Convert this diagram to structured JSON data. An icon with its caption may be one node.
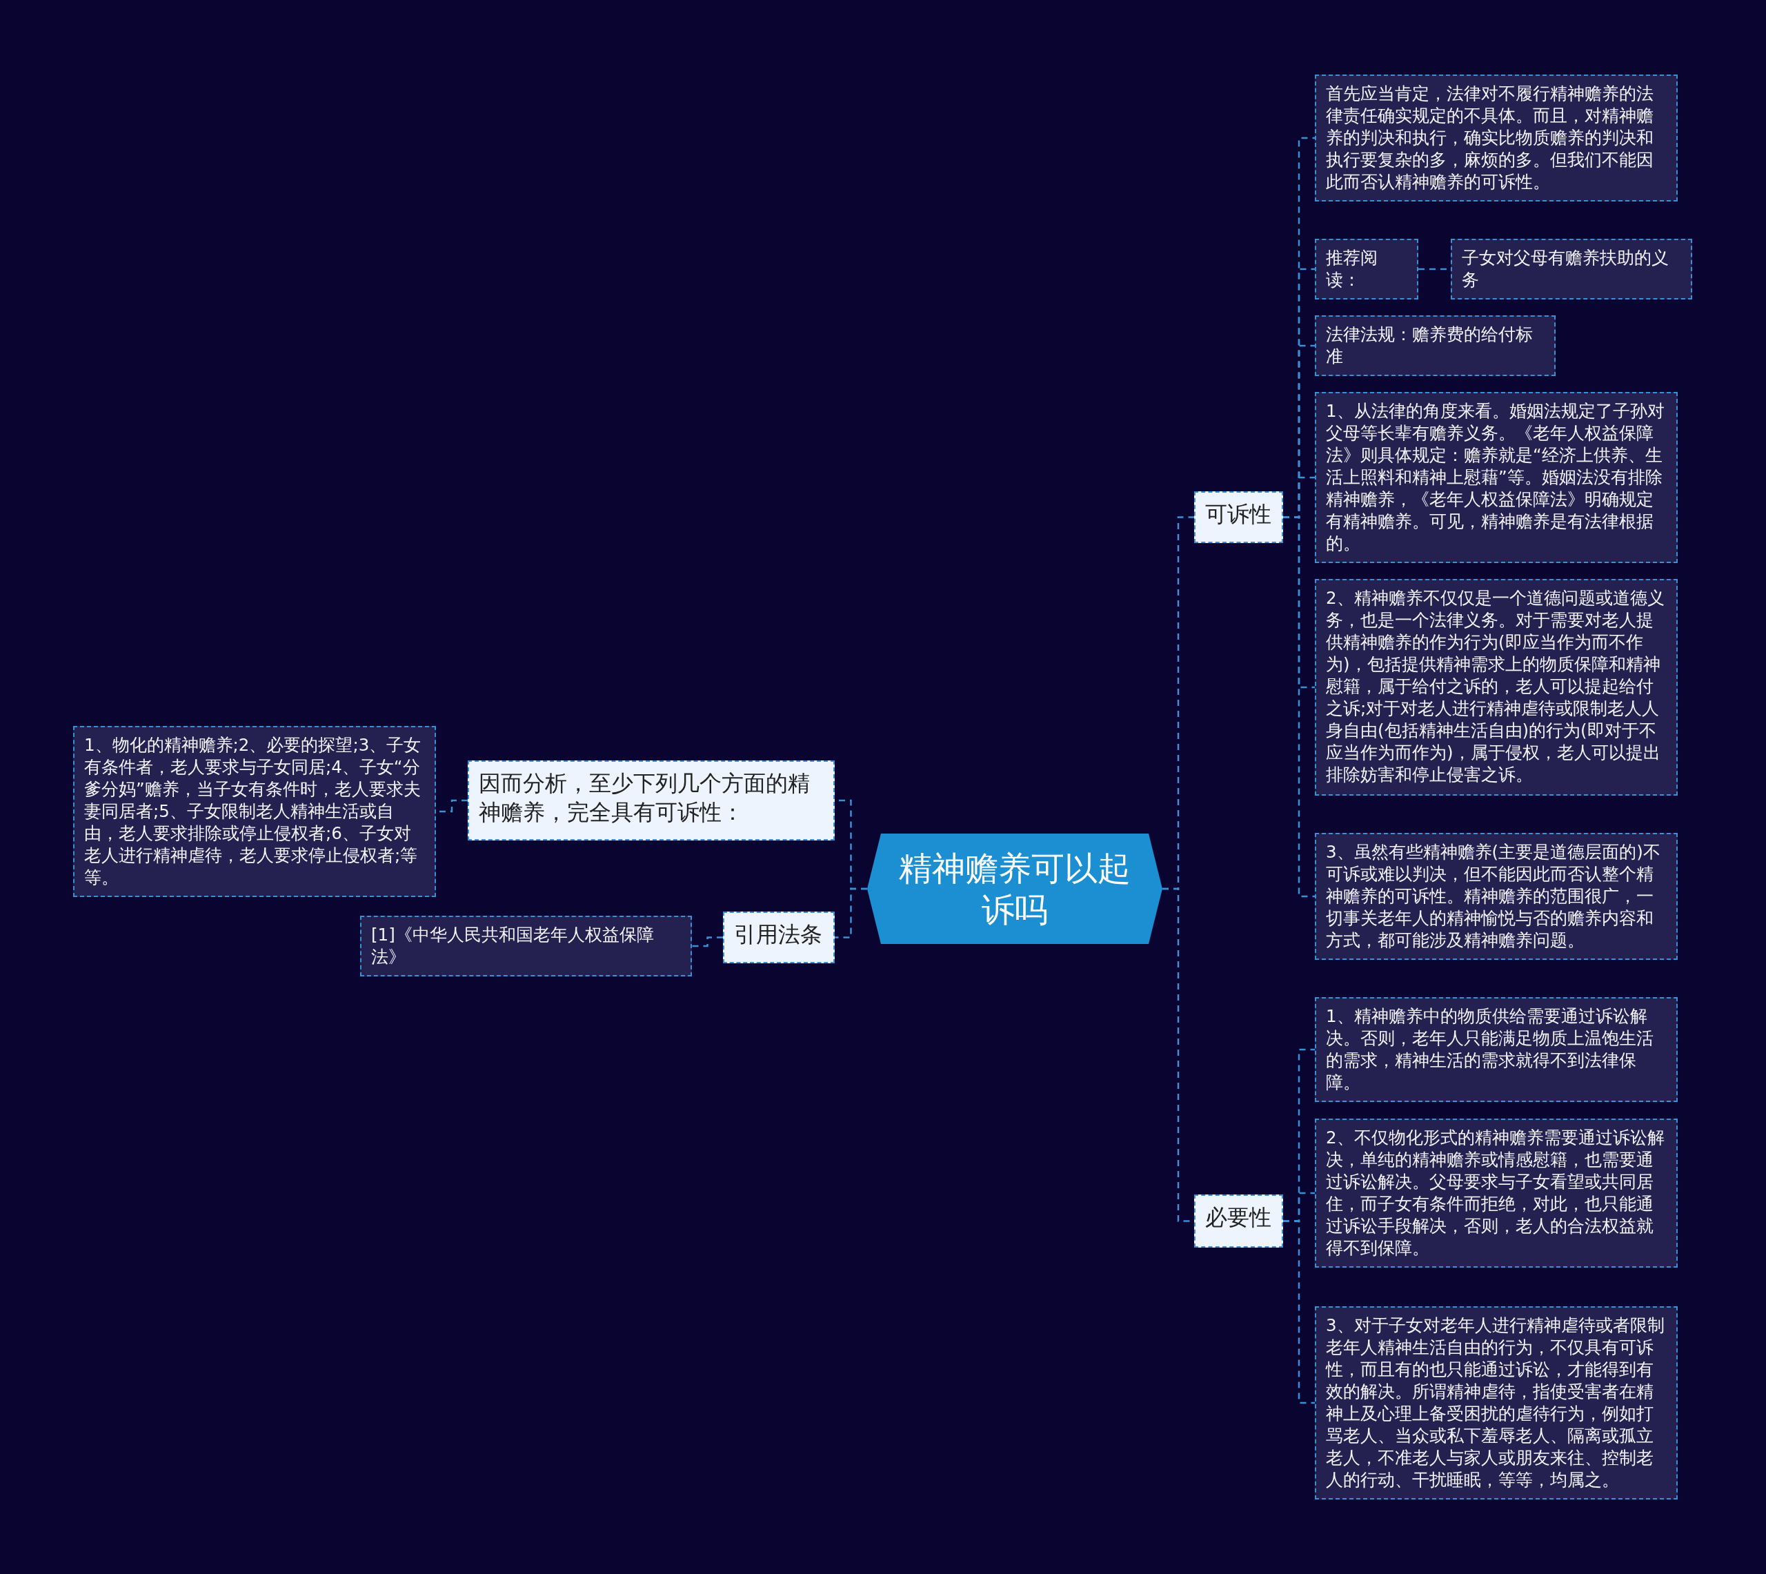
{
  "diagram": {
    "nodes": [
      {
        "text": [
          "精神赡养可以起诉吗"
        ]
      },
      {
        "text": [
          "可诉性"
        ]
      },
      {
        "text": [
          "首先应当肯定，法律对不履行精神赡养的法律责任确实规定的不具体。而且，对精神赡养的判决和执行，确实比物质赡养的判决和执行要复杂的多，麻烦的多。但我们不能因此而否认精神赡养的可诉性。"
        ]
      },
      {
        "text": [
          "推荐阅读："
        ]
      },
      {
        "text": [
          "子女对父母有赡养扶助的义务"
        ]
      },
      {
        "text": [
          "法律法规：赡养费的给付标准"
        ]
      },
      {
        "text": [
          "1、从法律的角度来看。婚姻法规定了子孙对父母等长辈有赡养义务。《老年人权益保障法》则具体规定：赡养就是“经济上供养、生活上照料和精神上慰藉”等。婚姻法没有排除精神赡养，《老年人权益保障法》明确规定有精神赡养。可见，精神赡养是有法律根据的。"
        ]
      },
      {
        "text": [
          "2、精神赡养不仅仅是一个道德问题或道德义务，也是一个法律义务。对于需要对老人提供精神赡养的作为行为(即应当作为而不作为)，包括提供精神需求上的物质保障和精神慰籍，属于给付之诉的，老人可以提起给付之诉;对于对老人进行精神虐待或限制老人人身自由(包括精神生活自由)的行为(即对于不应当作为而作为)，属于侵权，老人可以提出排除妨害和停止侵害之诉。"
        ]
      },
      {
        "text": [
          "3、虽然有些精神赡养(主要是道德层面的)不可诉或难以判决，但不能因此而否认整个精神赡养的可诉性。精神赡养的范围很广，一切事关老年人的精神愉悦与否的赡养内容和方式，都可能涉及精神赡养问题。"
        ]
      },
      {
        "text": [
          "必要性"
        ]
      },
      {
        "text": [
          "1、精神赡养中的物质供给需要通过诉讼解决。否则，老年人只能满足物质上温饱生活的需求，精神生活的需求就得不到法律保障。"
        ]
      },
      {
        "text": [
          "2、不仅物化形式的精神赡养需要通过诉讼解决，单纯的精神赡养或情感慰籍，也需要通过诉讼解决。父母要求与子女看望或共同居住，而子女有条件而拒绝，对此，也只能通过诉讼手段解决，否则，老人的合法权益就得不到保障。"
        ]
      },
      {
        "text": [
          "3、对于子女对老年人进行精神虐待或者限制老年人精神生活自由的行为，不仅具有可诉性，而且有的也只能通过诉讼，才能得到有效的解决。所谓精神虐待，指使受害者在精神上及心理上备受困扰的虐待行为，例如打骂老人、当众或私下羞辱老人、隔离或孤立老人，不准老人与家人或朋友来往、控制老人的行动、干扰睡眠，等等，均属之。"
        ]
      },
      {
        "text": [
          "因而分析，至少下列几个方面的精神赡养，完全具有可诉性："
        ]
      },
      {
        "text": [
          "1、物化的精神赡养;2、必要的探望;3、子女有条件者，老人要求与子女同居;4、子女“分爹分妈”赡养，当子女有条件时，老人要求夫妻同居者;5、子女限制老人精神生活或自由，老人要求排除或停止侵权者;6、子女对老人进行精神虐待，老人要求停止侵权者;等等。"
        ]
      },
      {
        "text": [
          "引用法条"
        ]
      },
      {
        "text": [
          "[1]《中华人民共和国老年人权益保障法》"
        ]
      }
    ],
    "edges": [
      {
        "from": 0,
        "to": 1,
        "arrow": "none"
      },
      {
        "from": 1,
        "to": 2,
        "arrow": "none"
      },
      {
        "from": 1,
        "to": 3,
        "arrow": "none"
      },
      {
        "from": 3,
        "to": 4,
        "arrow": "none"
      },
      {
        "from": 1,
        "to": 5,
        "arrow": "none"
      },
      {
        "from": 1,
        "to": 6,
        "arrow": "none"
      },
      {
        "from": 1,
        "to": 7,
        "arrow": "none"
      },
      {
        "from": 1,
        "to": 8,
        "arrow": "none"
      },
      {
        "from": 0,
        "to": 9,
        "arrow": "none"
      },
      {
        "from": 9,
        "to": 10,
        "arrow": "none"
      },
      {
        "from": 9,
        "to": 11,
        "arrow": "none"
      },
      {
        "from": 9,
        "to": 12,
        "arrow": "none"
      },
      {
        "from": 0,
        "to": 13,
        "arrow": "none"
      },
      {
        "from": 13,
        "to": 14,
        "arrow": "none"
      },
      {
        "from": 0,
        "to": 15,
        "arrow": "none"
      },
      {
        "from": 15,
        "to": 16,
        "arrow": "none"
      }
    ]
  }
}
